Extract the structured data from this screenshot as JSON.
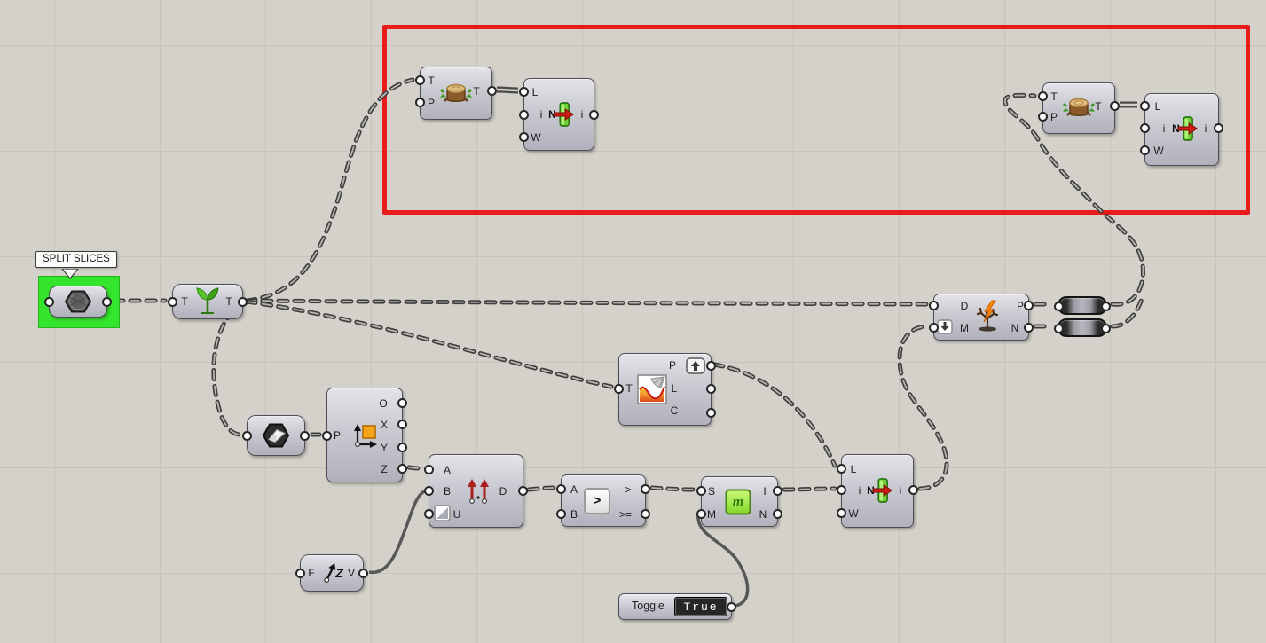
{
  "colors": {
    "canvas_bg": "#d4d1ca",
    "grid_line": "#c6c3bc",
    "group_highlight": "#35e42c",
    "selection_frame": "#ea1b1b",
    "wire": "#3e3e3e"
  },
  "group": {
    "label": "SPLIT SLICES"
  },
  "toggle": {
    "label": "Toggle",
    "value": "True"
  },
  "port_labels": {
    "T": "T",
    "P": "P",
    "L": "L",
    "i": "i",
    "W": "W",
    "N": "N",
    "O": "O",
    "X": "X",
    "Y": "Y",
    "Z": "Z",
    "A": "A",
    "B": "B",
    "U": "U",
    "D": "D",
    "F": "F",
    "V": "V",
    "S": "S",
    "M": "M",
    "I": "I",
    "C": "C",
    "gt": ">",
    "gte": ">=",
    "m": "m"
  },
  "icons": {
    "stump": "tree-stump-icon",
    "sprout": "seedling-icon",
    "list_item": "green-bar-red-arrow-icon",
    "geometry_param": "dark-hexagon-icon",
    "plane_param": "plane-hexagon-icon",
    "deconstruct_plane": "plane-axes-icon",
    "distance": "two-red-arrows-icon",
    "unit_z": "z-vector-arrow-icon",
    "larger_than": "greater-than-icon",
    "member_index": "green-m-icon",
    "graph": "curve-fan-icon",
    "prune_tree": "tree-lightning-icon",
    "flatten_chip": "down-arrow-chip",
    "plane_chip": "plane-square-chip",
    "graft_button": "up-arrow-button"
  }
}
